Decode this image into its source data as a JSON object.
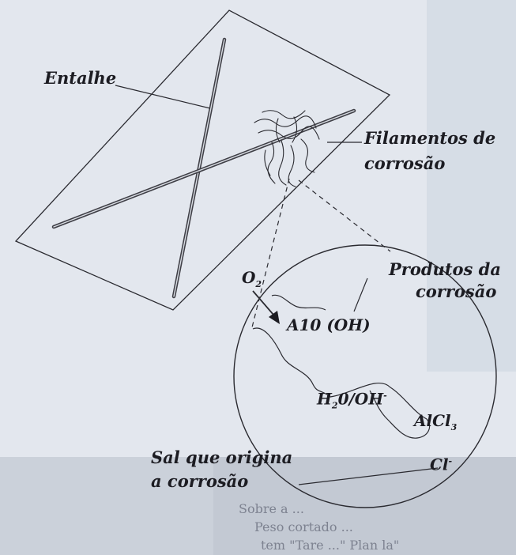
{
  "labels": {
    "entalhe": "Entalhe",
    "filamentos_line1": "Filamentos de",
    "filamentos_line2": "corrosão",
    "produtos_line1": "Produtos da",
    "produtos_line2": "corrosão",
    "sal_line1": "Sal que origina",
    "sal_line2": "a corrosão"
  },
  "chemistry": {
    "oxygen": {
      "base": "O",
      "sub": "2"
    },
    "aluminium_hydroxide": "A10 (OH)",
    "water_hydroxide": {
      "a": "H",
      "sub": "2",
      "b": "0/OH",
      "sup": "-"
    },
    "aluminium_chloride": {
      "base": "AlCl",
      "sub": "3"
    },
    "chloride": {
      "base": "Cl",
      "sup": "-"
    }
  },
  "background_text": {
    "line1": "Sobre a ...",
    "line2": "Peso cortado ...",
    "line3": "tem \"Tare ...\" Plan la\""
  },
  "colors": {
    "page_background": "#e3e7ee",
    "panel_right": "#d6dde6",
    "ink": "#1c1c22",
    "notch": "#4a4a52",
    "lower_band": "#c3c9d3"
  }
}
